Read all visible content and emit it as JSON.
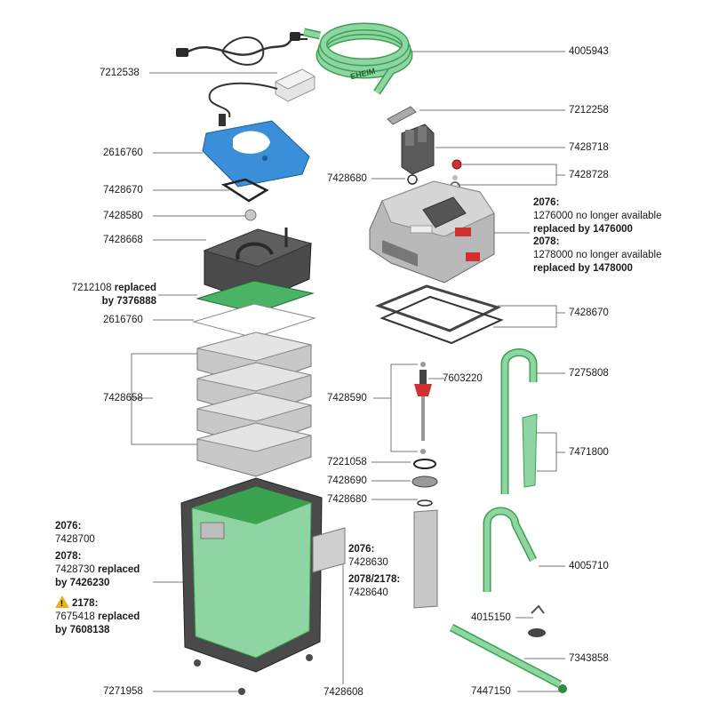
{
  "colors": {
    "green_part": "#8fd4a3",
    "green_dark": "#3aa14f",
    "blue_lid": "#3a8fd8",
    "gray_part": "#c8c8c8",
    "dark_part": "#4a4a4a",
    "leader_line": "#777777"
  },
  "right_labels": {
    "hose": "4005943",
    "shutoff_valve": "7212258",
    "adapter": "7428718",
    "valve_seal": "7428728",
    "pump_head_seal": "7428670",
    "spray_bar_bend": "7275808",
    "intake_parts": "7471800",
    "outlet_bend": "4005710",
    "suction_cups": "4015150",
    "spray_bar": "7343858",
    "end_cap": "7447150"
  },
  "left_labels": {
    "power_supply": "7212538",
    "blue_cover": "2616760",
    "lid_seal": "7428670",
    "vent": "7428580",
    "media_lid": "7428668",
    "filter_pad_green_code": "7212108",
    "filter_pad_green_note": "replaced",
    "filter_pad_green_by": "by 7376888",
    "filter_pad_white": "2616760",
    "baskets": "7428658",
    "canister_2076_head": "2076:",
    "canister_2076_code": "7428700",
    "canister_2078_head": "2078:",
    "canister_2078_code": "7428730",
    "canister_2078_note": "replaced",
    "canister_2078_by": "by 7426230",
    "canister_2178_head": "2178:",
    "canister_2178_code": "7675418",
    "canister_2178_note": "replaced",
    "canister_2178_by": "by 7608138",
    "foot": "7271958"
  },
  "center_labels": {
    "impeller_set": "7428590",
    "impeller": "7603220",
    "o_ring": "7221058",
    "impeller_cover": "7428690",
    "seal_ring": "7428680",
    "valve_o_ring": "7428680",
    "clip_2076_head": "2076:",
    "clip_2076_code": "7428630",
    "clip_2078_head": "2078/2178:",
    "clip_2078_code": "7428640",
    "handle_clip": "7428608"
  },
  "pump_head_notes": {
    "line1_head": "2076:",
    "line2": "1276000 no longer available",
    "line3": "replaced by 1476000",
    "line4_head": "2078:",
    "line5": "1278000 no longer available",
    "line6": "replaced by 1478000"
  },
  "hose_brand": "EHEIM"
}
